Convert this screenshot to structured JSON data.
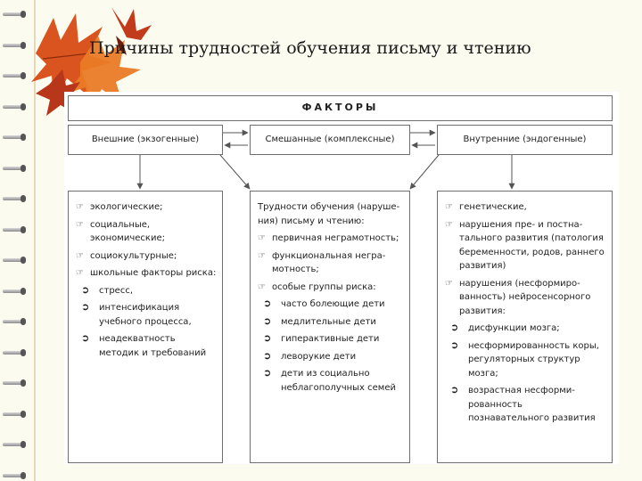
{
  "title": "Причины трудностей обучения письму и чтению",
  "factors_label": "ФАКТОРЫ",
  "columns": [
    {
      "header": "Внешние (экзогенные)",
      "items": [
        {
          "text": "экологические;"
        },
        {
          "text": "социальные, экономические;"
        },
        {
          "text": "социокультурные;"
        },
        {
          "text": "школьные факторы риска:",
          "sub": [
            "стресс,",
            "интенсификация учебного процесса,",
            "неадекватность методик и требований"
          ]
        }
      ]
    },
    {
      "header": "Смешанные (комплексные)",
      "intro": "Трудности обучения (наруше-ния) письму и чтению:",
      "items": [
        {
          "text": "первичная неграмотность;"
        },
        {
          "text": "функциональная негра-мотность;"
        },
        {
          "text": "особые группы риска:",
          "sub": [
            "часто болеющие дети",
            "медлительные дети",
            "гиперактивные дети",
            "леворукие дети",
            "дети из социально неблагополучных семей"
          ]
        }
      ]
    },
    {
      "header": "Внутренние (эндогенные)",
      "items": [
        {
          "text": "генетические,"
        },
        {
          "text": "нарушения пре- и постна-тального развития (патология беременности, родов, раннего развития)"
        },
        {
          "text": "нарушения (несформиро-ванность) нейросенсорного развития:",
          "sub": [
            "дисфункции мозга;",
            "несформированность коры, регуляторных структур мозга;",
            "возрастная несформи-рованность познавательного развития"
          ]
        }
      ]
    }
  ],
  "colors": {
    "border": "#6f6f6f",
    "text": "#222222",
    "background": "#fbfbf0"
  }
}
